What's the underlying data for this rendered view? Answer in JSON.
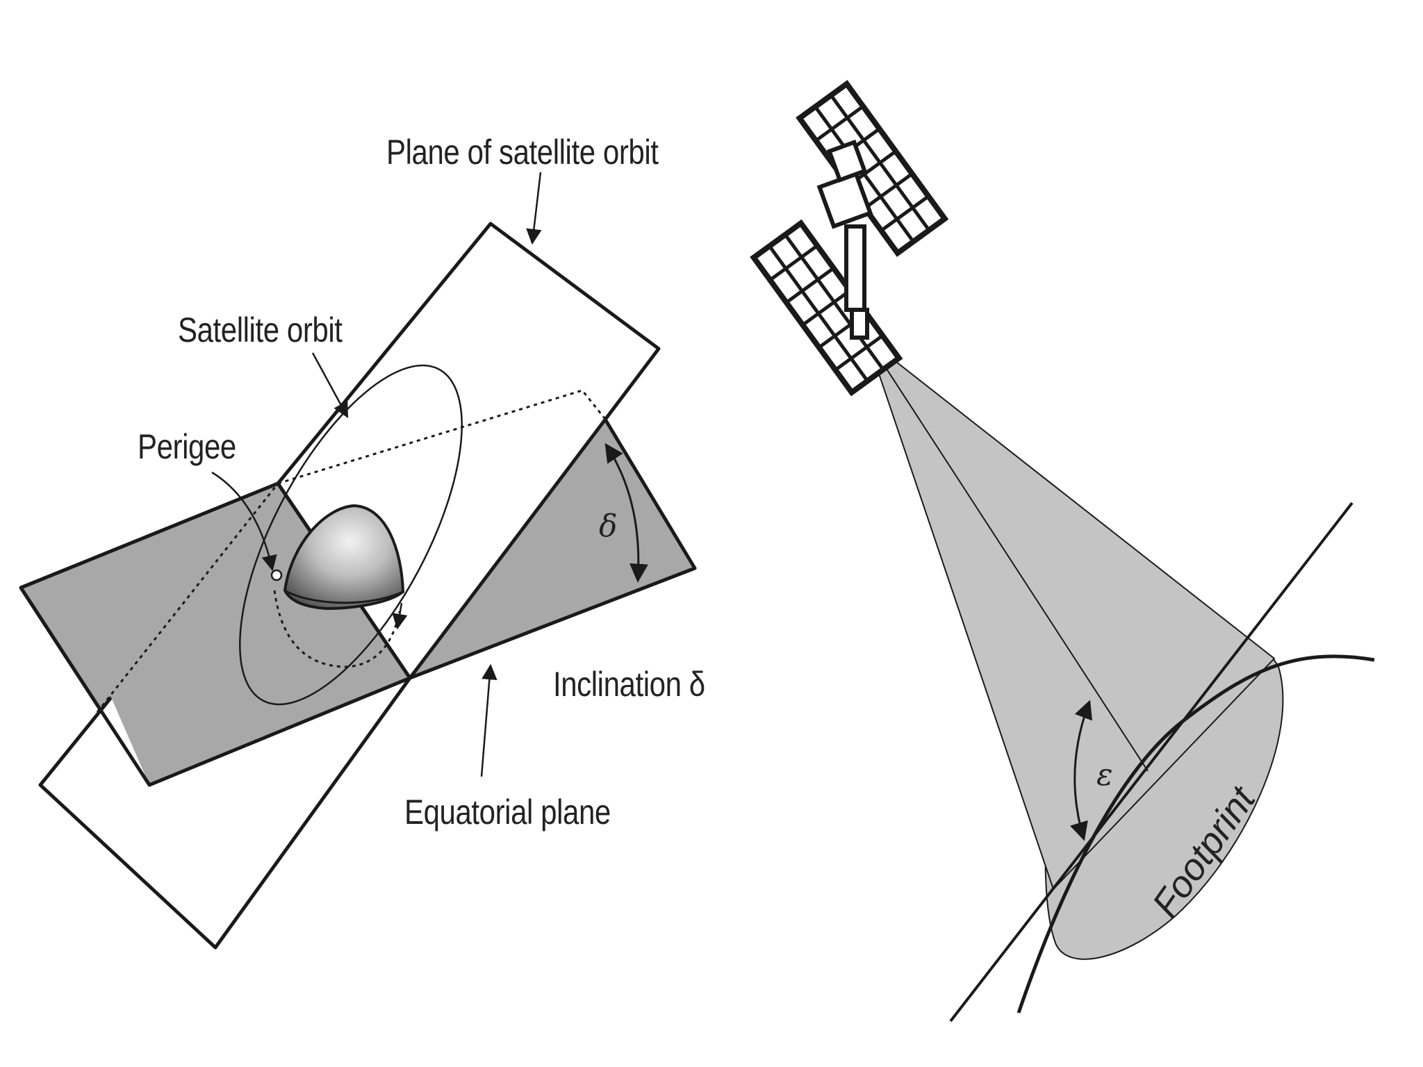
{
  "left_figure": {
    "labels": {
      "plane_of_orbit": "Plane of satellite orbit",
      "satellite_orbit": "Satellite orbit",
      "perigee": "Perigee",
      "inclination": "Inclination δ",
      "equatorial_plane": "Equatorial plane",
      "delta_symbol": "δ"
    }
  },
  "right_figure": {
    "labels": {
      "epsilon_symbol": "ε",
      "footprint": "Footprint"
    }
  },
  "colors": {
    "stroke": "#1a1a1a",
    "plane_fill": "#a8a8a8",
    "cone_fill": "#c4c4c4",
    "background": "#ffffff"
  }
}
